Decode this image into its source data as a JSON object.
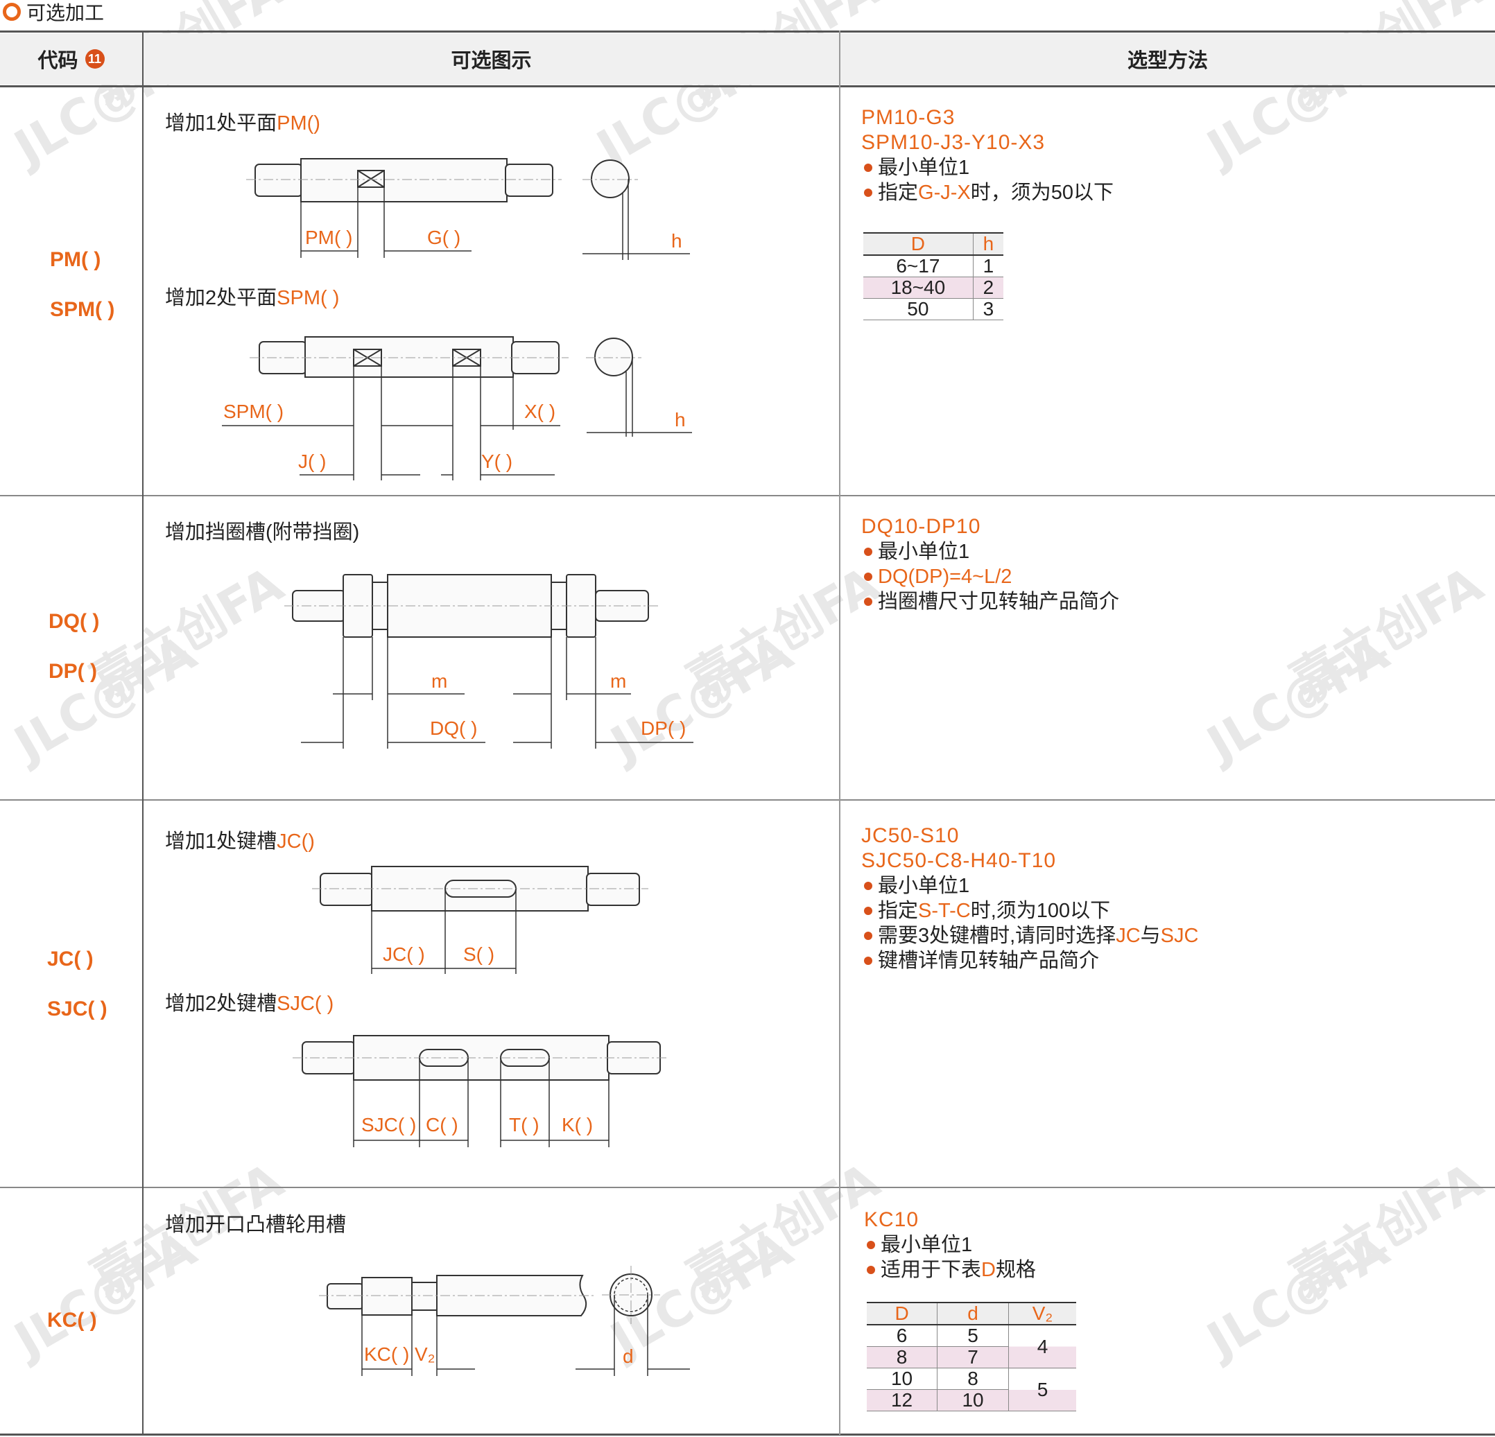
{
  "title": "可选加工",
  "header": {
    "code": "代码",
    "code_badge": "11",
    "diagram": "可选图示",
    "method": "选型方法"
  },
  "rows": {
    "pm": {
      "codes": [
        "PM( )",
        "SPM( )"
      ],
      "title1": "增加1处平面",
      "title1_code": "PM()",
      "title2": "增加2处平面",
      "title2_code": "SPM( )",
      "dims1": [
        "PM( )",
        "G( )",
        "h"
      ],
      "dims2": [
        "SPM( )",
        "X( )",
        "J( )",
        "Y( )",
        "h"
      ],
      "method_codes": [
        "PM10-G3",
        "SPM10-J3-Y10-X3"
      ],
      "bullets": [
        {
          "a": "最小单位1",
          "b": "",
          "c": ""
        },
        {
          "a": "指定",
          "b": "G-J-X",
          "c": "时，须为50以下"
        }
      ],
      "table": {
        "headers": [
          "D",
          "h"
        ],
        "rows": [
          [
            "6~17",
            "1"
          ],
          [
            "18~40",
            "2"
          ],
          [
            "50",
            "3"
          ]
        ]
      }
    },
    "dq": {
      "codes": [
        "DQ( )",
        "DP( )"
      ],
      "title": "增加挡圈槽(附带挡圈)",
      "dims": [
        "m",
        "m",
        "DQ( )",
        "DP( )"
      ],
      "method_codes": [
        "DQ10-DP10"
      ],
      "bullets": [
        {
          "a": "最小单位1",
          "b": "",
          "c": ""
        },
        {
          "a": "",
          "b": "DQ(DP)=4~L/2",
          "c": ""
        },
        {
          "a": "挡圈槽尺寸见转轴产品简介",
          "b": "",
          "c": ""
        }
      ]
    },
    "jc": {
      "codes": [
        "JC( )",
        "SJC( )"
      ],
      "title1": "增加1处键槽",
      "title1_code": "JC()",
      "title2": "增加2处键槽",
      "title2_code": "SJC( )",
      "dims1": [
        "JC( )",
        "S( )"
      ],
      "dims2": [
        "SJC( )",
        "C( )",
        "T( )",
        "K( )"
      ],
      "method_codes": [
        "JC50-S10",
        "SJC50-C8-H40-T10"
      ],
      "bullets": [
        {
          "a": "最小单位1",
          "b": "",
          "c": ""
        },
        {
          "a": "指定",
          "b": "S-T-C",
          "c": "时,须为100以下"
        },
        {
          "a": "需要3处键槽时,请同时选择",
          "b": "JC",
          "c": "与",
          "d": "SJC"
        },
        {
          "a": "键槽详情见转轴产品简介",
          "b": "",
          "c": ""
        }
      ]
    },
    "kc": {
      "codes": [
        "KC( )"
      ],
      "title": "增加开口凸槽轮用槽",
      "dims": [
        "KC( )",
        "V₂",
        "d"
      ],
      "method_codes": [
        "KC10"
      ],
      "bullets": [
        {
          "a": "最小单位1",
          "b": "",
          "c": ""
        },
        {
          "a": "适用于下表",
          "b": "D",
          "c": "规格"
        }
      ],
      "table": {
        "headers": [
          "D",
          "d",
          "V₂"
        ],
        "rows": [
          [
            "6",
            "5"
          ],
          [
            "8",
            "7"
          ],
          [
            "10",
            "8"
          ],
          [
            "12",
            "10"
          ]
        ],
        "v2": [
          "4",
          "5"
        ]
      }
    }
  },
  "colors": {
    "accent": "#e8661a",
    "pink": "#f2e0ea"
  }
}
